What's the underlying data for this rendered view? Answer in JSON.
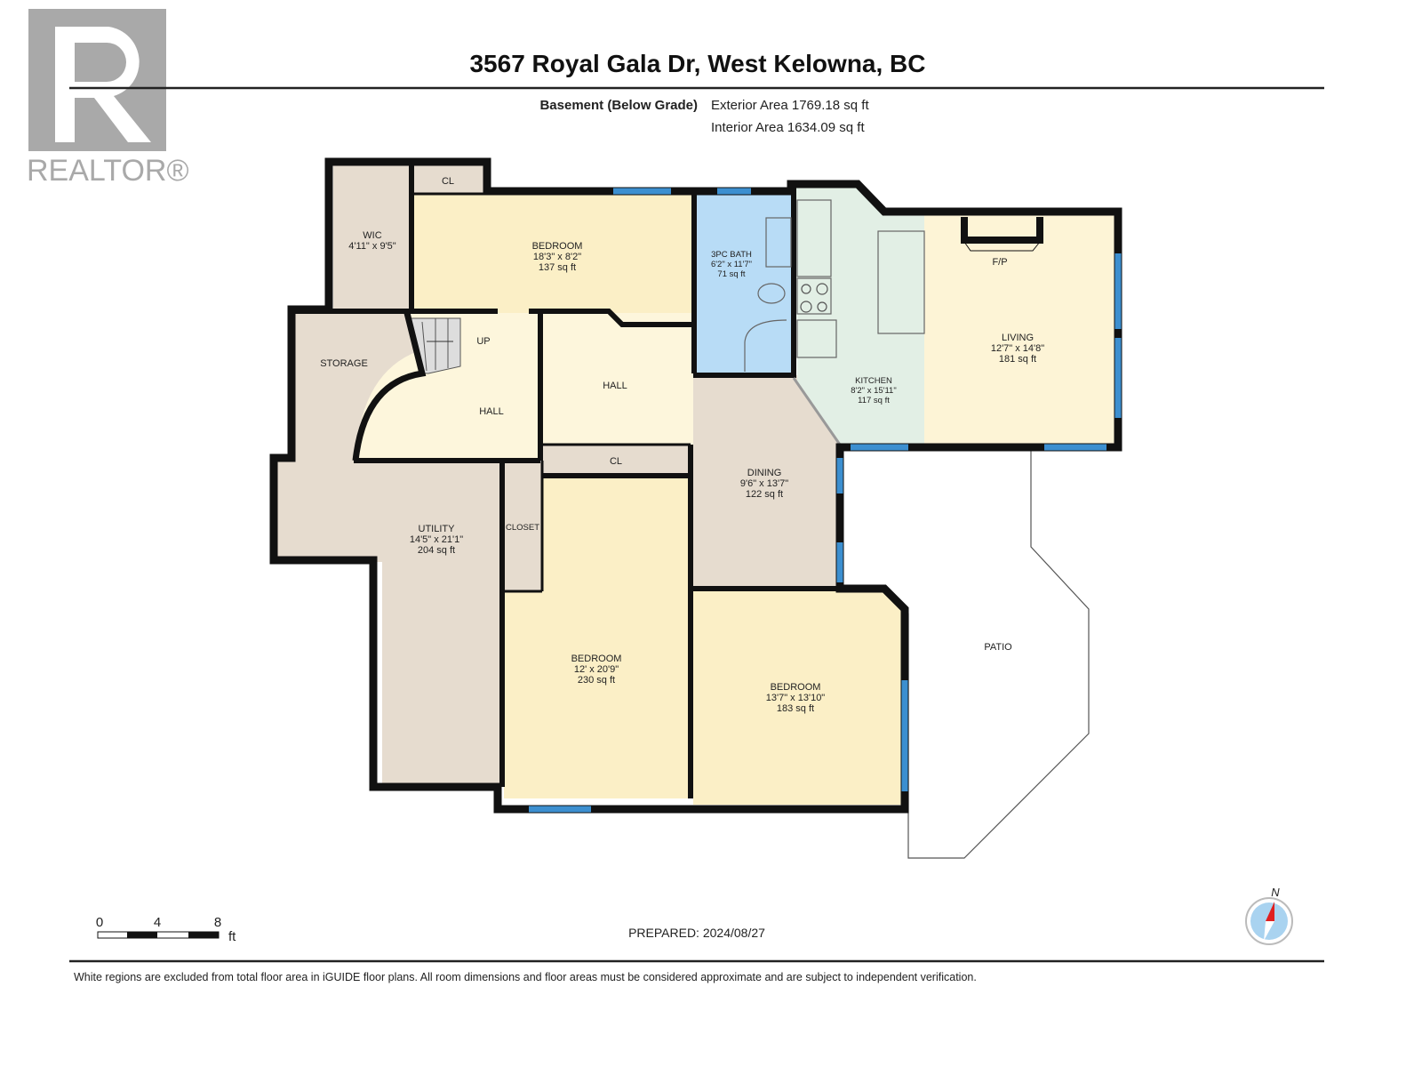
{
  "logo": {
    "text": "REALTOR®"
  },
  "header": {
    "title": "3567 Royal Gala Dr, West Kelowna, BC",
    "level": "Basement (Below Grade)",
    "exterior_area": "Exterior Area 1769.18 sq ft",
    "interior_area": "Interior Area 1634.09 sq ft"
  },
  "rooms": {
    "wic": {
      "name": "WIC",
      "dims": "4'11\" x 9'5\""
    },
    "cl_top": {
      "name": "CL"
    },
    "bedroom1": {
      "name": "BEDROOM",
      "dims": "18'3\" x 8'2\"",
      "area": "137 sq ft"
    },
    "bath": {
      "name": "3PC BATH",
      "dims": "6'2\" x 11'7\"",
      "area": "71 sq ft"
    },
    "kitchen": {
      "name": "KITCHEN",
      "dims": "8'2\" x 15'11\"",
      "area": "117 sq ft"
    },
    "living": {
      "name": "LIVING",
      "dims": "12'7\" x 14'8\"",
      "area": "181 sq ft",
      "fireplace": "F/P"
    },
    "storage": {
      "name": "STORAGE"
    },
    "stairs": {
      "label": "UP"
    },
    "hall1": {
      "name": "HALL"
    },
    "hall2": {
      "name": "HALL"
    },
    "cl_mid": {
      "name": "CL"
    },
    "dining": {
      "name": "DINING",
      "dims": "9'6\" x 13'7\"",
      "area": "122 sq ft"
    },
    "utility": {
      "name": "UTILITY",
      "dims": "14'5\" x 21'1\"",
      "area": "204 sq ft"
    },
    "closet": {
      "name": "CLOSET"
    },
    "bedroom2": {
      "name": "BEDROOM",
      "dims": "12' x 20'9\"",
      "area": "230 sq ft"
    },
    "bedroom3": {
      "name": "BEDROOM",
      "dims": "13'7\" x 13'10\"",
      "area": "183 sq ft"
    },
    "patio": {
      "name": "PATIO"
    }
  },
  "scale": {
    "ticks": [
      "0",
      "4",
      "8"
    ],
    "unit": "ft"
  },
  "prepared": "PREPARED: 2024/08/27",
  "compass": {
    "label": "N"
  },
  "footer": "White regions are excluded from total floor area in iGUIDE floor plans. All room dimensions and floor areas must be considered approximate and are subject to independent verification.",
  "colors": {
    "bedroom": "#fbefc6",
    "hall": "#fdf6dc",
    "utility": "#e6dccf",
    "bath": "#b8dcf6",
    "kitchen": "#e2efe5",
    "window": "#3c8fd0"
  }
}
